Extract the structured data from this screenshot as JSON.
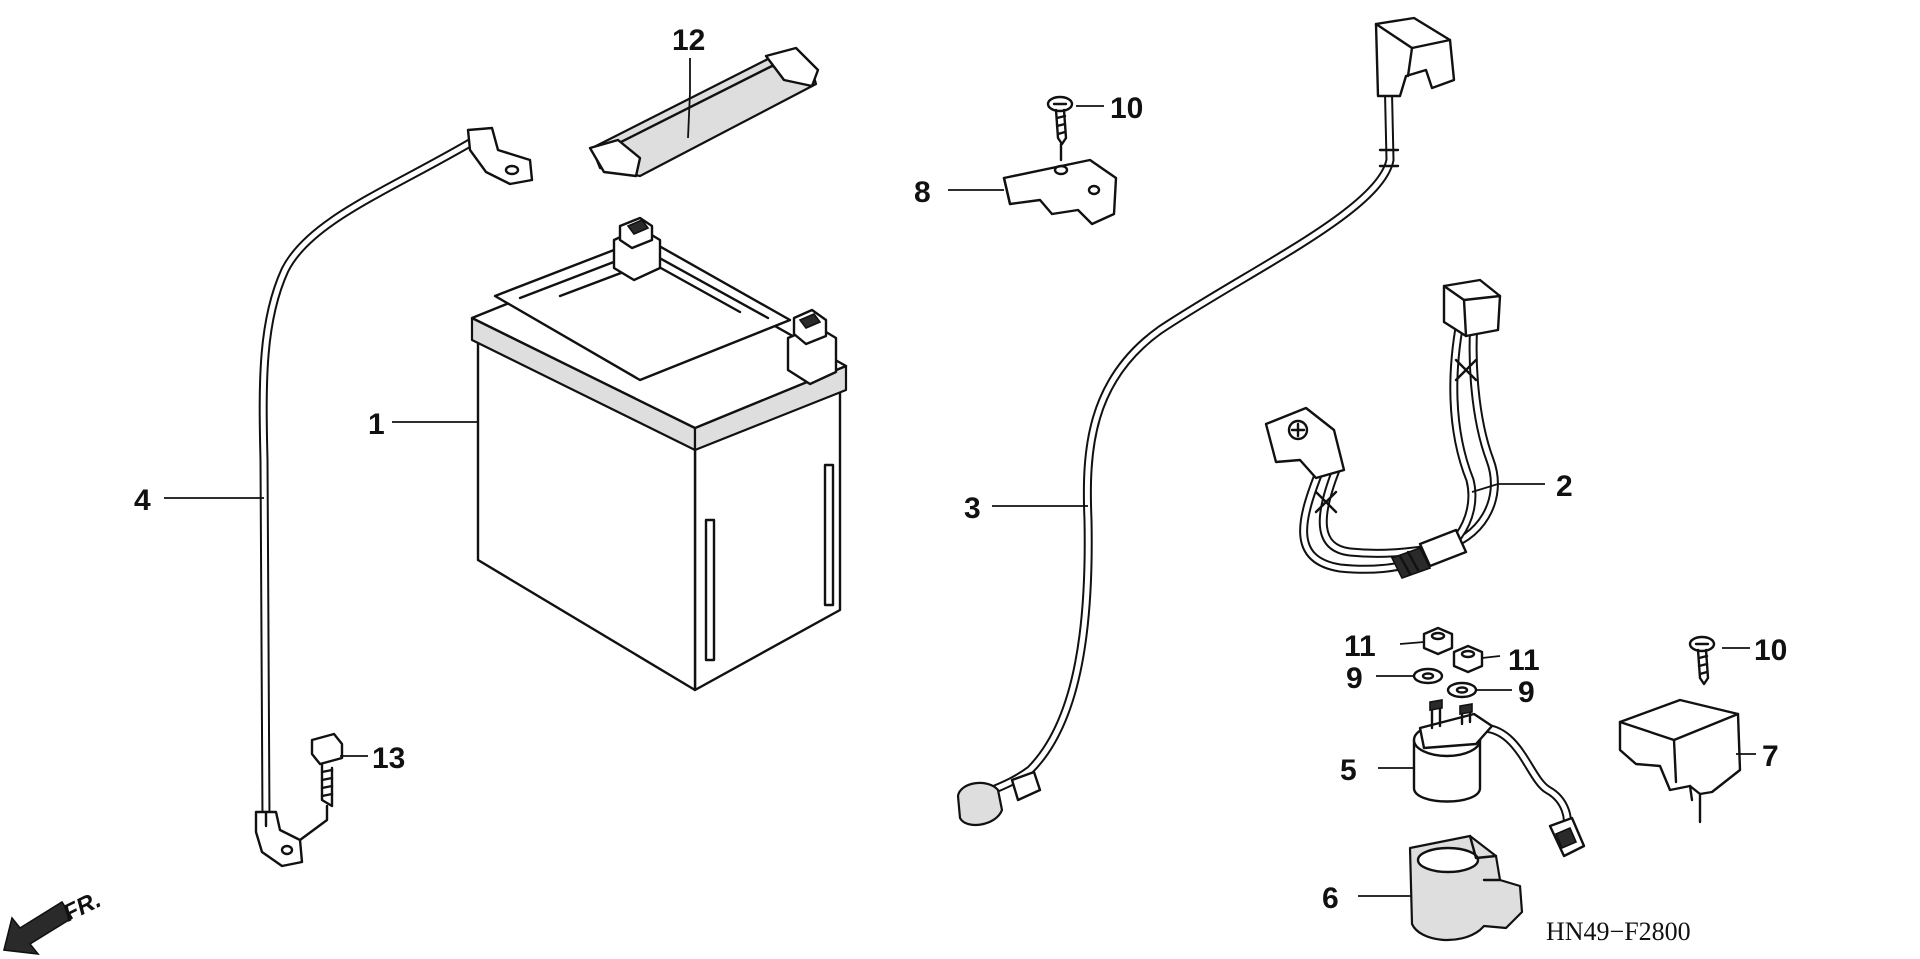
{
  "diagram": {
    "callouts": {
      "p1": "1",
      "p2": "2",
      "p3": "3",
      "p4": "4",
      "p5": "5",
      "p6": "6",
      "p7": "7",
      "p8": "8",
      "p9a": "9",
      "p9b": "9",
      "p10a": "10",
      "p10b": "10",
      "p11a": "11",
      "p11b": "11",
      "p12": "12",
      "p13": "13"
    },
    "direction_label": "FR.",
    "figure_code": "HN49−F2800"
  }
}
